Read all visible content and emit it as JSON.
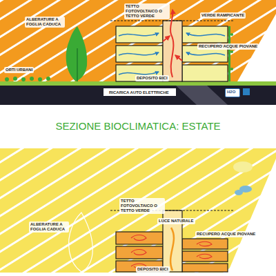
{
  "diagram": {
    "title": "SEZIONE BIOCLIMATICA: ESTATE",
    "nodes": [
      {
        "text": [
          "H2O"
        ]
      }
    ],
    "labels": [
      "TETTO FOTOVOLTAICO O TETTO VERDE",
      "VERDE RAMPICANTE",
      "ALBERATURE A FOGLIA CADUCA",
      "RECUPERO ACQUE PIOVANE",
      "ORTI URBANI",
      "DEPOSITO BICI",
      "RICARICA AUTO ELETTRICHE",
      "TETTO FOTOVOLTAICO O TETTO VERDE",
      "LUCE NATURALE",
      "ALBERATURE A FOGLIA CADUCA",
      "RECUPERO ACQUE PIOVANE",
      "DEPOSITO BICI"
    ]
  }
}
